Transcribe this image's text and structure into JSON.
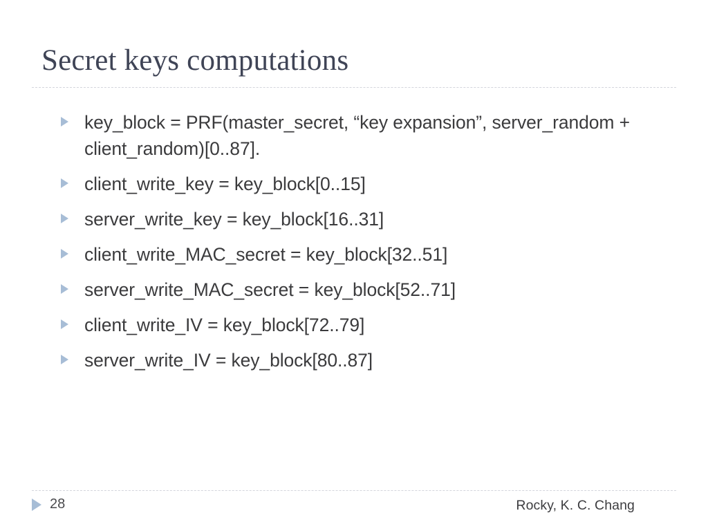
{
  "slide": {
    "title": "Secret keys computations",
    "background_color": "#ffffff",
    "title_color": "#3f4456",
    "body_color": "#3b3b3d",
    "accent_color": "#a7bdd6",
    "rule_color": "#d3d5dc",
    "bullets": [
      {
        "text": "key_block = PRF(master_secret, “key expansion”, server_random + client_random)[0..87]."
      },
      {
        "text": "client_write_key = key_block[0..15]"
      },
      {
        "text": "server_write_key = key_block[16..31]"
      },
      {
        "text": "client_write_MAC_secret = key_block[32..51]"
      },
      {
        "text": "server_write_MAC_secret = key_block[52..71]"
      },
      {
        "text": "client_write_IV = key_block[72..79]"
      },
      {
        "text": "server_write_IV = key_block[80..87]"
      }
    ],
    "footer": {
      "slide_number": "28",
      "author": "Rocky, K. C. Chang"
    }
  }
}
